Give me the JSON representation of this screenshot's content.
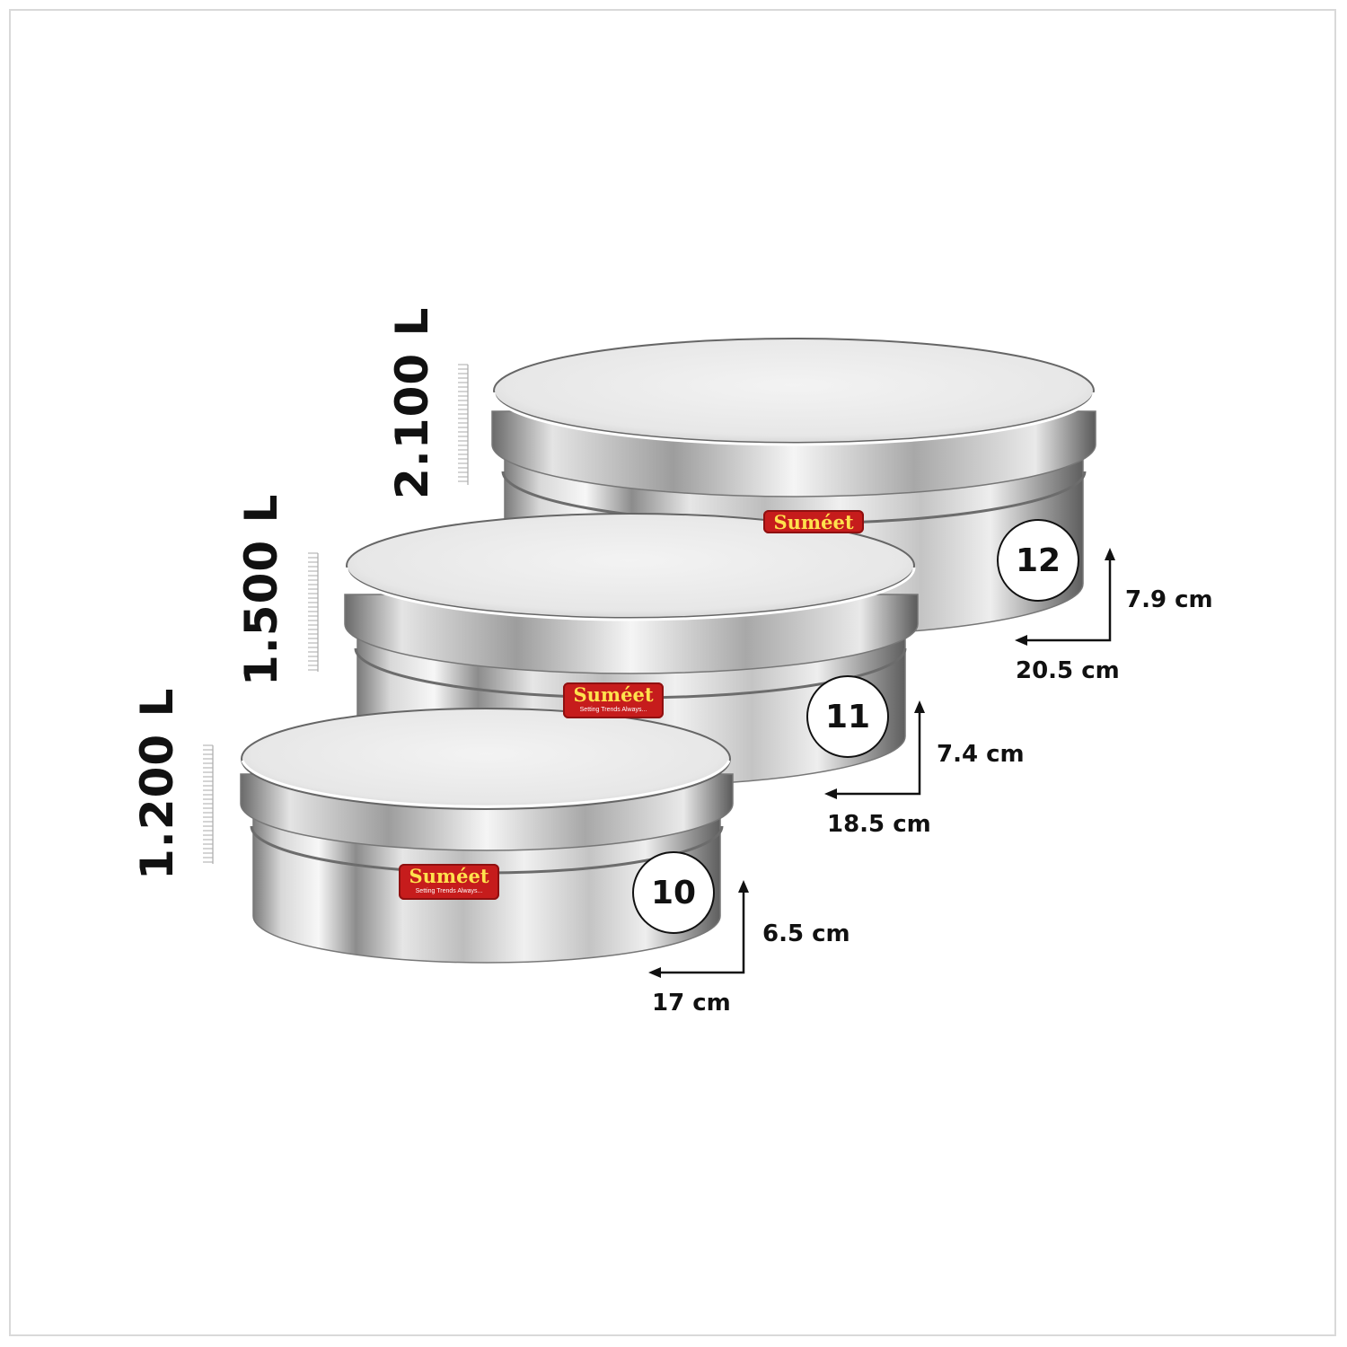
{
  "containers": [
    {
      "size_number": "12",
      "volume": "2.100 L",
      "height": "7.9 cm",
      "diameter": "20.5 cm"
    },
    {
      "size_number": "11",
      "volume": "1.500 L",
      "height": "7.4 cm",
      "diameter": "18.5 cm"
    },
    {
      "size_number": "10",
      "volume": "1.200 L",
      "height": "6.5 cm",
      "diameter": "17 cm"
    }
  ],
  "logo": {
    "brand": "Suméet",
    "tagline": "Setting Trends Always..."
  },
  "colors": {
    "logo_red": "#c61c1c",
    "logo_text": "#ffe14d",
    "steel_light": "#f2f2f2",
    "steel_dark": "#6e6e6e"
  }
}
